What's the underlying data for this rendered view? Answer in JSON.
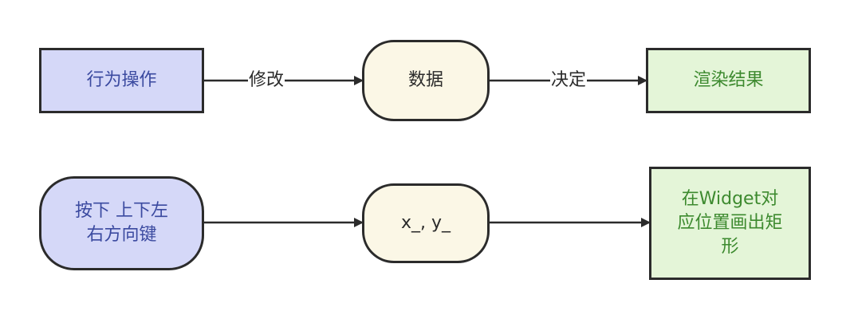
{
  "nodes": {
    "action": "行为操作",
    "data": "数据",
    "render": "渲染结果",
    "keys": "按下 上下左\n右方向键",
    "coords": "x_, y_",
    "draw": "在Widget对\n应位置画出矩\n形"
  },
  "edges": {
    "modify": "修改",
    "decide": "决定"
  },
  "colors": {
    "blue_fill": "#d5d8f8",
    "blue_text": "#3b4aa0",
    "green_fill": "#e4f5d8",
    "green_text": "#3d8a2f",
    "cream_fill": "#fbf7e6",
    "stroke": "#2b2b2b"
  }
}
